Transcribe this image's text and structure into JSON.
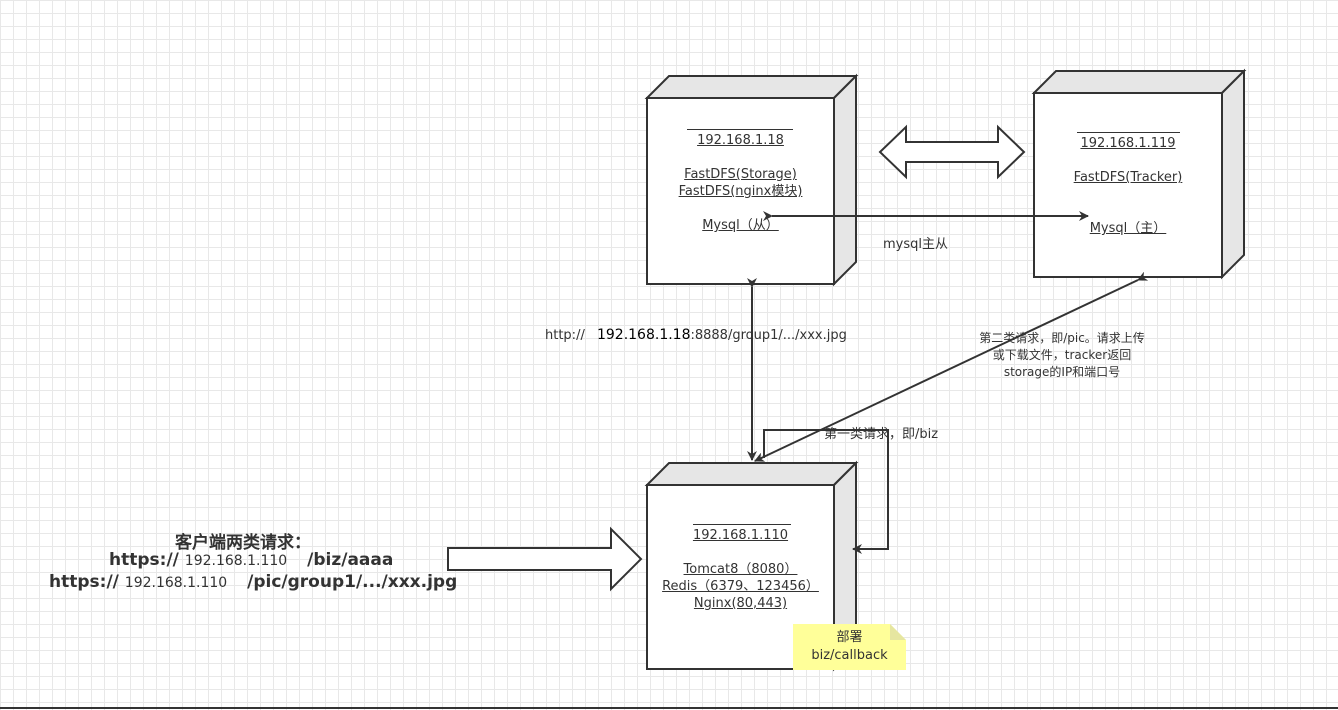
{
  "nodes": {
    "storage": {
      "ip": "192.168.1.18",
      "line1": "FastDFS(Storage)",
      "line2": "FastDFS(nginx模块)",
      "line3": "Mysql（从）"
    },
    "tracker": {
      "ip": "192.168.1.119",
      "line1": "FastDFS(Tracker)",
      "line2": "Mysql（主）"
    },
    "app": {
      "ip": "192.168.1.110",
      "line1": "Tomcat8（8080）",
      "line2": "Redis（6379、123456）",
      "line3": "Nginx(80,443)"
    }
  },
  "edges": {
    "mysql_sync": "mysql主从",
    "storage_url_prefix": "http://",
    "storage_url_ip": "192.168.1.18",
    "storage_url_suffix": ":8888/group1/.../xxx.jpg",
    "second_request_line1": "第二类请求，即/pic。请求上传",
    "second_request_line2": "或下载文件，tracker返回",
    "second_request_line3": "storage的IP和端口号",
    "first_request": "第一类请求，即/biz"
  },
  "client": {
    "title": "客户端两类请求：",
    "req1_prefix": "https://",
    "req1_ip": "192.168.1.110",
    "req1_path": "/biz/aaaa",
    "req2_prefix": "https://",
    "req2_ip": "192.168.1.110",
    "req2_path": "/pic/group1/.../xxx.jpg"
  },
  "note": {
    "line1": "部署",
    "line2": "biz/callback"
  },
  "colors": {
    "stroke": "#333333",
    "box_side": "#e6e6e6",
    "note_fill": "#ffff99",
    "grid": "#e8e8e8"
  }
}
